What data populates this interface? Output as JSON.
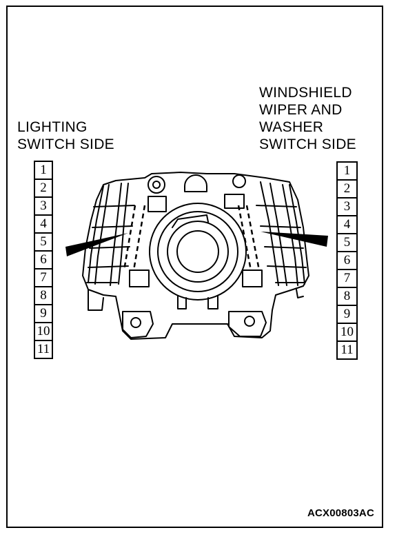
{
  "left_side": {
    "label_lines": [
      "LIGHTING",
      "SWITCH SIDE"
    ],
    "pins": [
      "1",
      "2",
      "3",
      "4",
      "5",
      "6",
      "7",
      "8",
      "9",
      "10",
      "11"
    ]
  },
  "right_side": {
    "label_lines": [
      "WINDSHIELD",
      "WIPER AND",
      "WASHER",
      "SWITCH SIDE"
    ],
    "pins": [
      "1",
      "2",
      "3",
      "4",
      "5",
      "6",
      "7",
      "8",
      "9",
      "10",
      "11"
    ]
  },
  "figure_code": "ACX00803AC"
}
